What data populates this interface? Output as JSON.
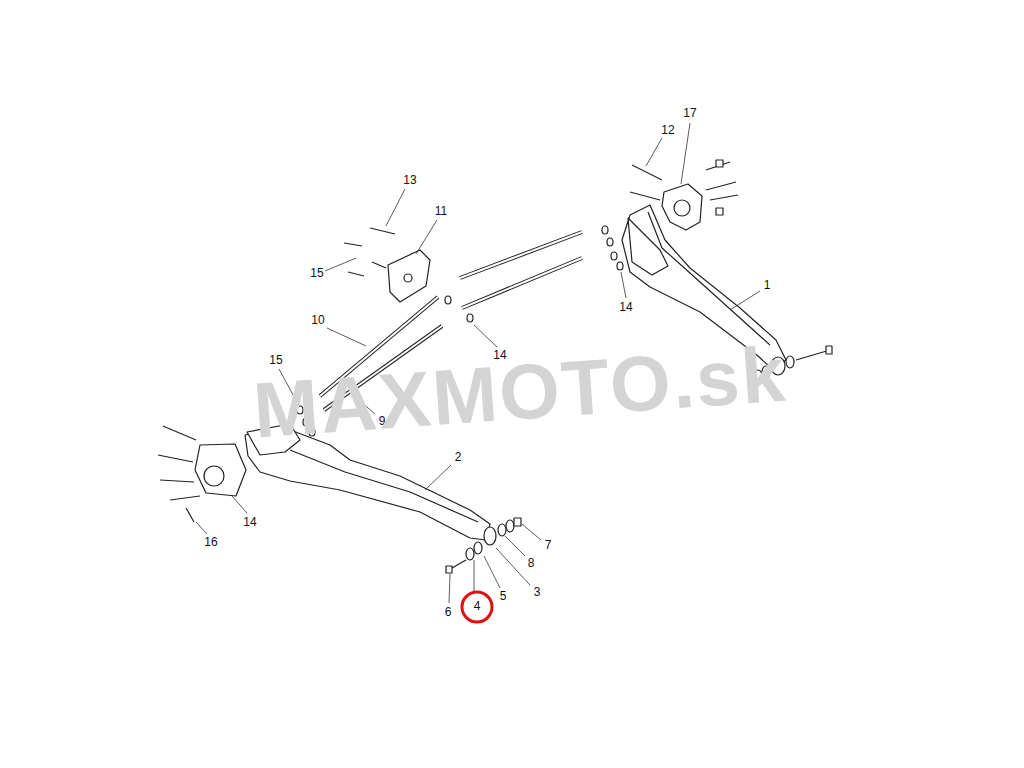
{
  "diagram": {
    "labels": [
      "17",
      "12",
      "13",
      "11",
      "15",
      "1",
      "14",
      "10",
      "14",
      "15",
      "9",
      "2",
      "14",
      "16",
      "7",
      "8",
      "3",
      "5",
      "4",
      "6",
      "MAXMOTO.sk"
    ]
  }
}
